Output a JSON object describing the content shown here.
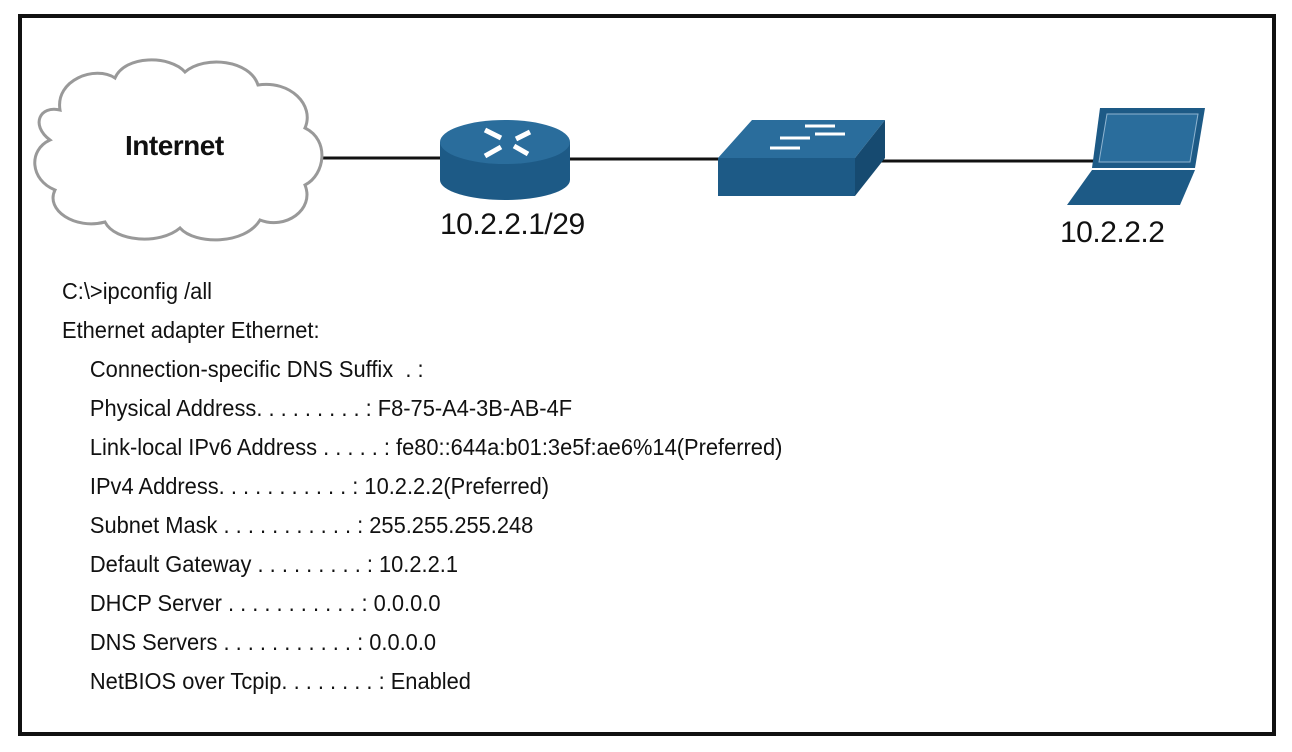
{
  "diagram": {
    "cloud_label": "Internet",
    "router_label": "10.2.2.1/29",
    "pc_label": "10.2.2.2",
    "device_color": "#1d5a86"
  },
  "terminal": {
    "command": "C:\\>ipconfig /all",
    "adapter": "Ethernet adapter Ethernet:",
    "lines": [
      {
        "label": "Connection-specific DNS Suffix  . :",
        "value": ""
      },
      {
        "label": "Physical Address. . . . . . . . . : ",
        "value": "F8-75-A4-3B-AB-4F"
      },
      {
        "label": "Link-local IPv6 Address . . . . . : ",
        "value": "fe80::644a:b01:3e5f:ae6%14(Preferred)"
      },
      {
        "label": "IPv4 Address. . . . . . . . . . . : ",
        "value": "10.2.2.2(Preferred)"
      },
      {
        "label": "Subnet Mask . . . . . . . . . . . : ",
        "value": "255.255.255.248"
      },
      {
        "label": "Default Gateway . . . . . . . . . : ",
        "value": "10.2.2.1"
      },
      {
        "label": "DHCP Server . . . . . . . . . . . : ",
        "value": "0.0.0.0"
      },
      {
        "label": "DNS Servers . . . . . . . . . . . : ",
        "value": "0.0.0.0"
      },
      {
        "label": "NetBIOS over Tcpip. . . . . . . . : ",
        "value": "Enabled"
      }
    ]
  }
}
